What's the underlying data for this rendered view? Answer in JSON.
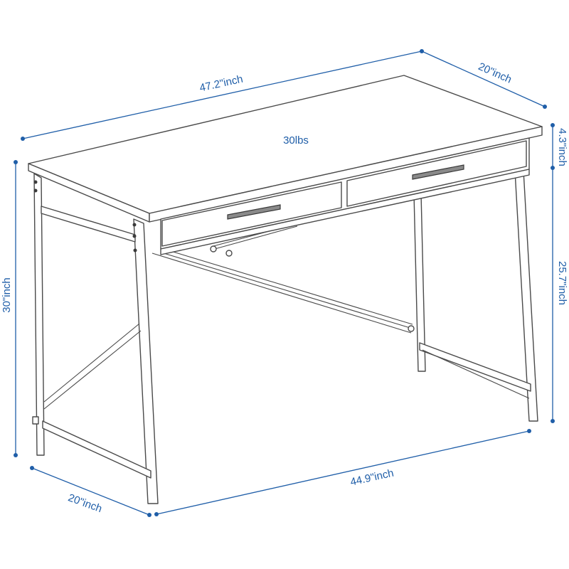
{
  "dimensions": {
    "top_width": "47.2\"inch",
    "top_depth": "20\"inch",
    "top_thickness": "4.3\"inch",
    "leg_height_inner": "25.7\"inch",
    "overall_height": "30\"inch",
    "base_depth": "20\"inch",
    "base_width": "44.9\"inch"
  },
  "weight_label": "30lbs",
  "colors": {
    "dimension": "#1f5ea8",
    "outline": "#4a4a4a",
    "background": "#ffffff"
  }
}
